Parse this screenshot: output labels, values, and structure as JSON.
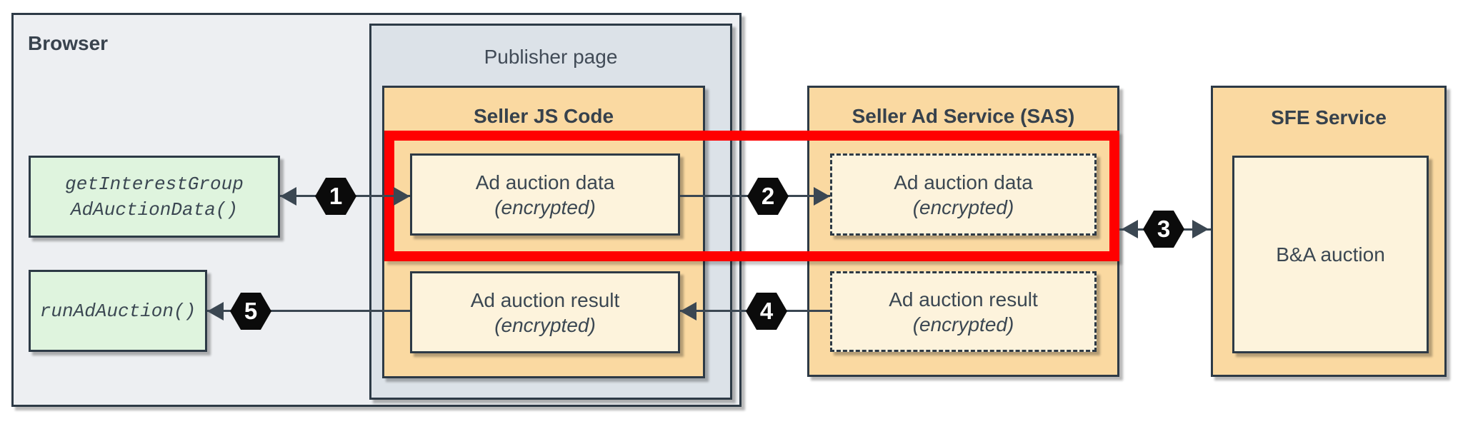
{
  "colors": {
    "highlight_red": "#FF0000",
    "service_orange": "#FAD9A1",
    "payload_cream": "#FDF3DC",
    "api_green": "#DFF4DE",
    "publisher_gray": "#DCE2E8",
    "browser_gray": "#EDEFF2",
    "line_dark": "#2D3A46",
    "badge_black": "#0B0B0B"
  },
  "browser": {
    "label": "Browser"
  },
  "publisher": {
    "label": "Publisher page"
  },
  "browser_apis": {
    "get_interest_group": {
      "line1": "getInterestGroup",
      "line2": "AdAuctionData()"
    },
    "run_ad_auction": {
      "label": "runAdAuction()"
    }
  },
  "seller_js": {
    "title": "Seller JS Code",
    "data_box": {
      "line1": "Ad auction data",
      "line2": "(encrypted)"
    },
    "result_box": {
      "line1": "Ad auction result",
      "line2": "(encrypted)"
    }
  },
  "sas": {
    "title": "Seller Ad Service (SAS)",
    "data_box": {
      "line1": "Ad auction data",
      "line2": "(encrypted)"
    },
    "result_box": {
      "line1": "Ad auction result",
      "line2": "(encrypted)"
    }
  },
  "sfe": {
    "title": "SFE Service",
    "auction_box": {
      "label": "B&A auction"
    }
  },
  "steps": [
    {
      "number": "1"
    },
    {
      "number": "2"
    },
    {
      "number": "3"
    },
    {
      "number": "4"
    },
    {
      "number": "5"
    }
  ]
}
